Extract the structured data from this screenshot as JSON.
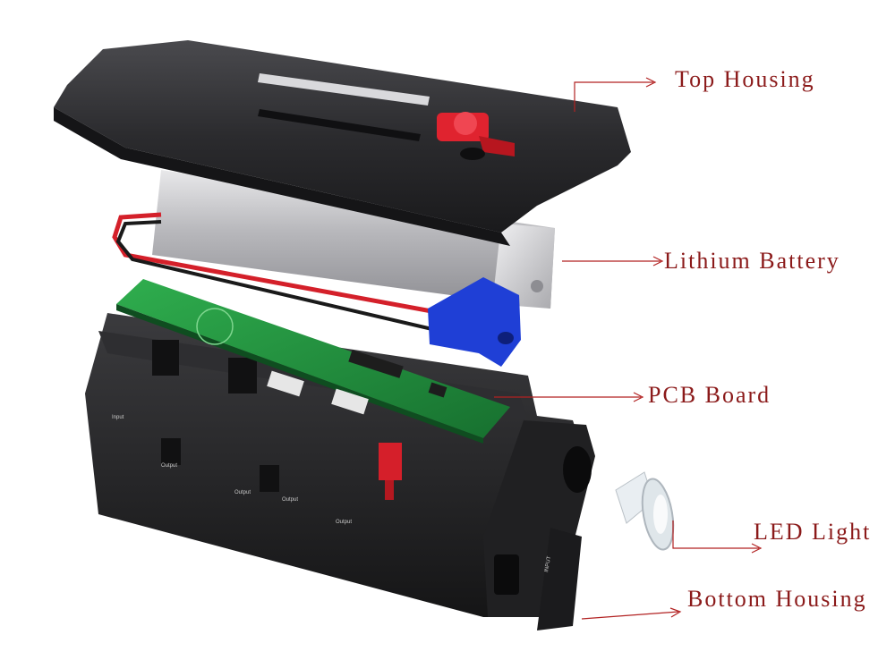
{
  "colors": {
    "label_text": "#8b1a1a",
    "leader_line": "#b22222",
    "housing": "#2a2a2d",
    "pcb": "#1f8a3c",
    "battery": "#c9c9cc",
    "power_button": "#e0232f",
    "connector": "#1f3fd6"
  },
  "labels": {
    "top_housing": "Top Housing",
    "lithium_battery": "Lithium Battery",
    "pcb_board": "PCB Board",
    "led_light": "LED Light",
    "bottom_housing": "Bottom Housing"
  },
  "housing_print": {
    "input": "Input",
    "output_a": "Output",
    "output_b": "Output",
    "output_c": "Output",
    "output_d": "Output",
    "flap_text": "INPUT"
  }
}
